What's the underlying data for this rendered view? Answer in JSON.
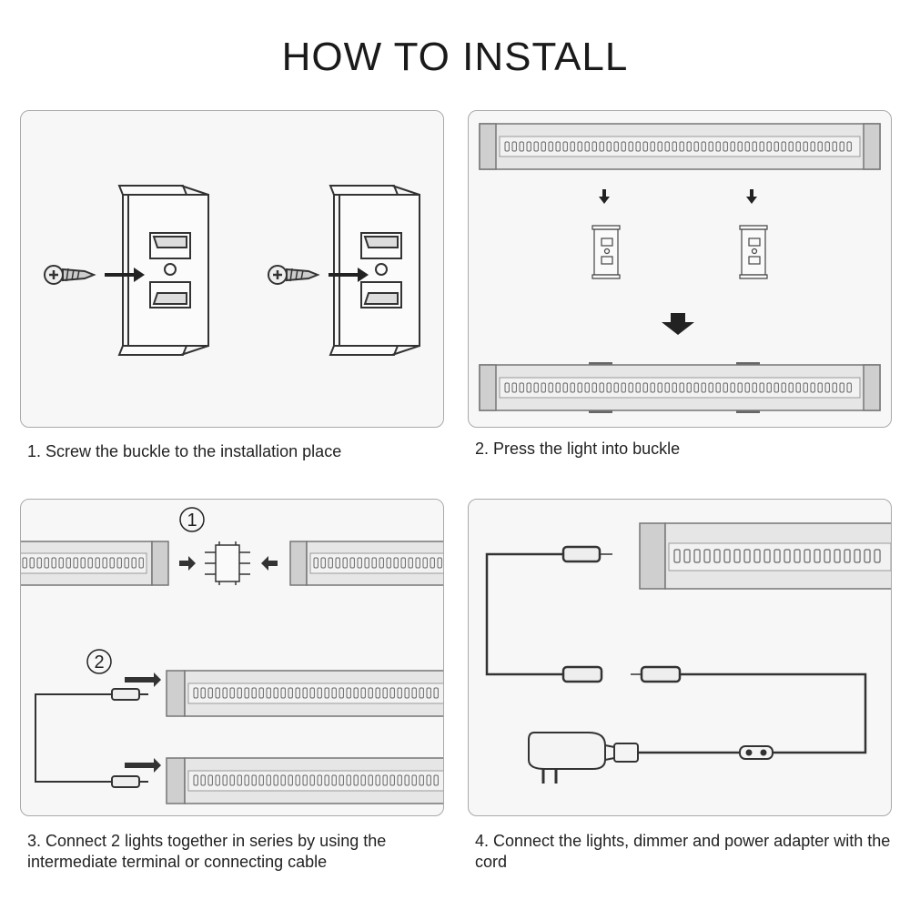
{
  "title": "HOW TO INSTALL",
  "steps": [
    {
      "caption": "1. Screw the buckle to the installation place"
    },
    {
      "caption": "2. Press the light into buckle"
    },
    {
      "caption": "3. Connect 2 lights together in series by using the intermediate terminal or connecting cable",
      "markers": [
        "①",
        "②"
      ]
    },
    {
      "caption": "4. Connect the lights, dimmer and power adapter with the cord"
    }
  ],
  "colors": {
    "panel_border": "#a9a9a9",
    "panel_bg": "#f7f7f7",
    "line": "#333333"
  },
  "icons": [
    "screw-icon",
    "buckle-clip-icon",
    "arrow-icon",
    "led-bar-icon",
    "terminal-connector-icon",
    "cable-plug-icon",
    "power-adapter-icon",
    "dimmer-icon"
  ]
}
